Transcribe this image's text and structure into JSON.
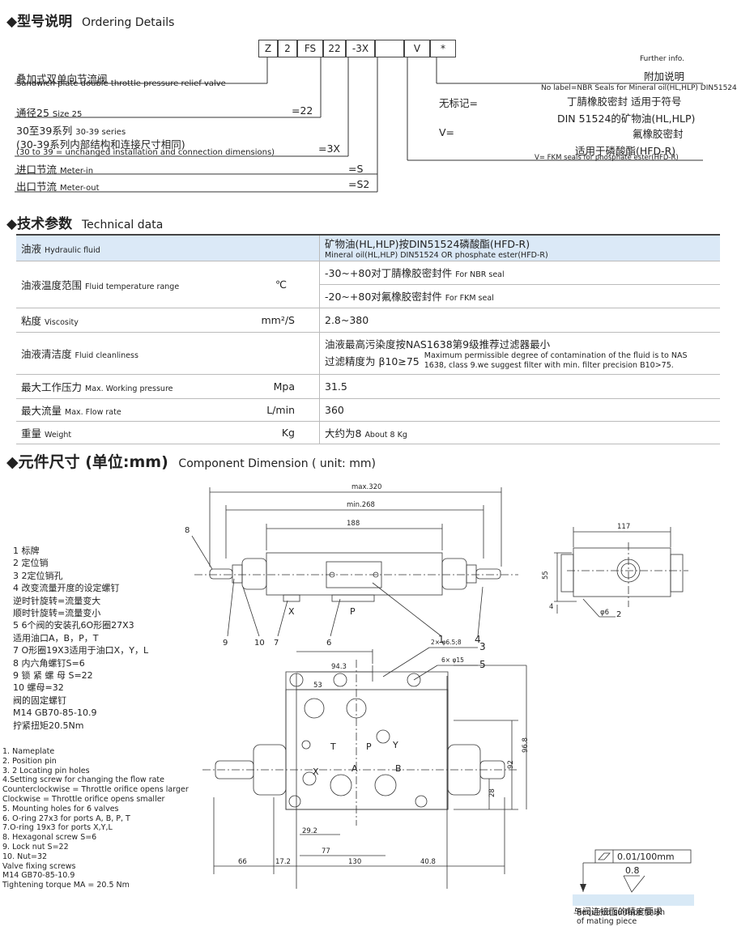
{
  "ordering": {
    "title_cn": "◆型号说明",
    "title_en": "Ordering Details",
    "codes": [
      "Z",
      "2",
      "FS",
      "22",
      "-3X",
      "",
      "V",
      "*"
    ],
    "items": [
      {
        "cn": "叠加式双单向节流阀",
        "en": "Sandwich plate double throttle pressure relief valve",
        "value": ""
      },
      {
        "cn": "通径25",
        "en": "Size 25",
        "value": "=22"
      },
      {
        "cn": "30至39系列",
        "en": "30-39 series",
        "cn2": "(30-39系列内部结构和连接尺寸相同)",
        "en2": "(30 to 39 = unchanged installation and connection dimensions)",
        "value": "=3X"
      },
      {
        "cn": "进口节流",
        "en": "Meter-in",
        "value": "=S"
      },
      {
        "cn": "出口节流",
        "en": "Meter-out",
        "value": "=S2"
      }
    ],
    "further_en": "Further info.",
    "further_cn": "附加说明",
    "nolabel_en": "No label=NBR Seals for Mineral oil(HL,HLP) DIN51524",
    "nolabel_cn": "无标记=",
    "nbr_line1": "丁腈橡胶密封 适用于符号",
    "nbr_line2": "DIN 51524的矿物油(HL,HLP)",
    "v_label": "V=",
    "fkm_line1": "氟橡胶密封",
    "fkm_line2": "适用于磷酸酯(HFD-R)",
    "fkm_en": "V= FKM seals for phosphate ester(HFD-R)"
  },
  "technical": {
    "title_cn": "◆技术参数",
    "title_en": "Technical data",
    "rows": [
      {
        "cn": "油液",
        "en": "Hydraulic fluid",
        "unit": "",
        "value": "矿物油(HL,HLP)按DIN51524磷酸酯(HFD-R)",
        "value_en": "Mineral oil(HL,HLP) DIN51524 OR phosphate ester(HFD-R)"
      },
      {
        "cn": "油液温度范围",
        "en": "Fluid temperature range",
        "unit": "℃",
        "value": "-30~+80对丁腈橡胶密封件",
        "value_en": "For NBR seal",
        "value2": "-20~+80对氟橡胶密封件",
        "value2_en": "For FKM seal"
      },
      {
        "cn": "粘度",
        "en": "Viscosity",
        "unit": "mm²/S",
        "value": "2.8~380"
      },
      {
        "cn": "油液清洁度",
        "en": "Fluid cleanliness",
        "unit": "",
        "value": "油液最高污染度按NAS1638第9级推荐过滤器最小",
        "value2": "过滤精度为 β10≥75",
        "value_en": "Maximum permissible degree of contamination of the fluid is to NAS",
        "value_en2": "1638, class 9.we suggest filter with min. filter precision B10>75."
      },
      {
        "cn": "最大工作压力",
        "en": "Max. Working pressure",
        "unit": "Mpa",
        "value": "31.5"
      },
      {
        "cn": "最大流量",
        "en": "Max. Flow rate",
        "unit": "L/min",
        "value": "360"
      },
      {
        "cn": "重量",
        "en": "Weight",
        "unit": "Kg",
        "value": "大约为8",
        "value_en": "About 8 Kg"
      }
    ]
  },
  "dimension": {
    "title_cn": "◆元件尺寸 (单位:mm)",
    "title_en": "Component Dimension ( unit: mm)",
    "legend_cn": [
      "1 标牌",
      "2 定位销",
      "3 2定位销孔",
      "4 改变流量开度的设定螺钉",
      "   逆时针旋转=流量变大",
      "   顺时针旋转=流量变小",
      "5 6个阀的安装孔6O形圈27X3",
      "   适用油口A，B，P，T",
      "7 O形圈19X3适用于油口X，Y，L",
      "8 内六角螺钉S=6",
      "9 锁 紧 螺 母 S=22",
      "10 螺母=32",
      "阀的固定螺钉",
      "M14 GB70-85-10.9",
      "拧紧扭矩20.5Nm"
    ],
    "legend_en": [
      "1. Nameplate",
      "2. Position pin",
      "3. 2 Locating pin holes",
      "4.Setting screw for changing the flow rate",
      "  Counterclockwise = Throttle orifice opens larger",
      "  Clockwise = Throttle orifice opens smaller",
      "5. Mounting holes for 6 valves",
      "6. O-ring 27x3 for ports A, B, P, T",
      "7.O-ring 19x3 for ports X,Y,L",
      "8. Hexagonal screw S=6",
      "9. Lock nut S=22",
      "10. Nut=32",
      "Valve fixing screws",
      " M14 GB70-85-10.9",
      "Tightening torque MA = 20.5 Nm"
    ],
    "dims": {
      "max320": "max.320",
      "min268": "min.268",
      "d188": "188",
      "d117": "117",
      "d55": "55",
      "d4": "4",
      "phi6": "φ6",
      "d943": "94.3",
      "d53": "53",
      "holes3": "2× φ6.5;8",
      "holes5": "6× φ15",
      "d92": "92",
      "d968": "96.8",
      "d28": "28",
      "d292": "29.2",
      "d77": "77",
      "d66": "66",
      "d172": "17.2",
      "d130": "130",
      "d408": "40.8"
    },
    "callouts": [
      "8",
      "9",
      "10",
      "7",
      "6",
      "1",
      "4",
      "2",
      "3",
      "5"
    ],
    "ports_side": [
      "X",
      "P"
    ],
    "ports_top": [
      "T",
      "P",
      "Y",
      "X",
      "A",
      "B"
    ],
    "surface": {
      "flatness": "0.01/100mm",
      "roughness": "0.8",
      "cn": "与阀连接面的精度要求",
      "en1": "Required surface finish",
      "en2": "of mating piece"
    }
  }
}
